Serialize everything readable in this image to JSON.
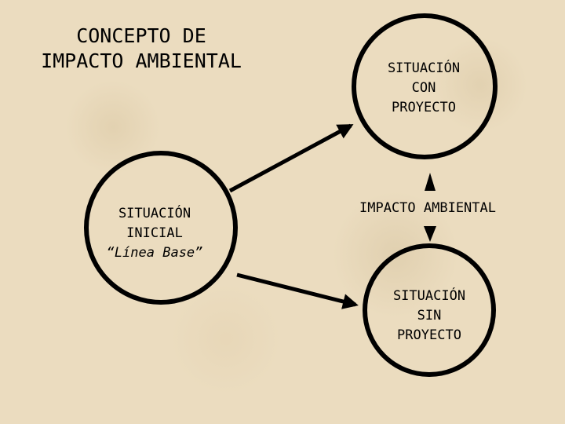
{
  "title": {
    "line1": "CONCEPTO DE",
    "line2": "IMPACTO AMBIENTAL"
  },
  "nodes": {
    "con_proyecto": {
      "line1": "SITUACIÓN",
      "line2": "CON",
      "line3": "PROYECTO"
    },
    "inicial": {
      "line1": "SITUACIÓN",
      "line2": "INICIAL",
      "line3": "“Línea Base”"
    },
    "sin_proyecto": {
      "line1": "SITUACIÓN",
      "line2": "SIN",
      "line3": "PROYECTO"
    }
  },
  "impacto_label": "IMPACTO AMBIENTAL",
  "colors": {
    "background": "#ebdcbf",
    "stroke": "#000000"
  }
}
